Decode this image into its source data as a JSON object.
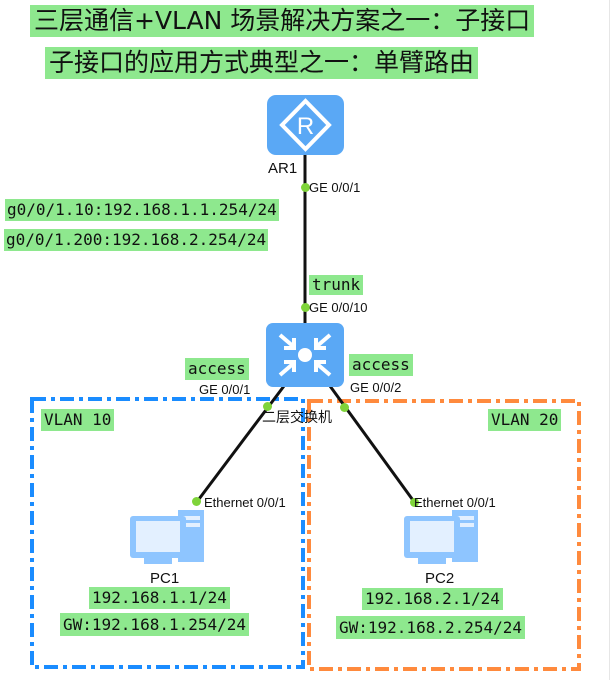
{
  "title": {
    "line1": "三层通信+VLAN 场景解决方案之一：子接口",
    "line2": "子接口的应用方式典型之一：单臂路由"
  },
  "router": {
    "name": "AR1",
    "icon": "router-icon",
    "port": "GE 0/0/1",
    "subinterfaces": [
      "g0/0/1.10:192.168.1.1.254/24",
      "g0/0/1.200:192.168.2.254/24"
    ]
  },
  "switch": {
    "name": "二层交换机",
    "icon": "switch-icon",
    "uplink_mode": "trunk",
    "uplink_port": "GE 0/0/10",
    "left_mode": "access",
    "left_port": "GE 0/0/1",
    "right_mode": "access",
    "right_port": "GE 0/0/2"
  },
  "vlans": [
    {
      "label": "VLAN 10",
      "color": "#1a8cff"
    },
    {
      "label": "VLAN 20",
      "color": "#ff8a3d"
    }
  ],
  "pcs": [
    {
      "name": "PC1",
      "port": "Ethernet 0/0/1",
      "ip": "192.168.1.1/24",
      "gw": "GW:192.168.1.254/24"
    },
    {
      "name": "PC2",
      "port": "Ethernet 0/0/1",
      "ip": "192.168.2.1/24",
      "gw": "GW:192.168.2.254/24"
    }
  ],
  "colors": {
    "highlight": "#8ee88e",
    "device": "#5aa8f5",
    "pc": "#8ec5ff",
    "port_dot": "#7fd43a"
  }
}
